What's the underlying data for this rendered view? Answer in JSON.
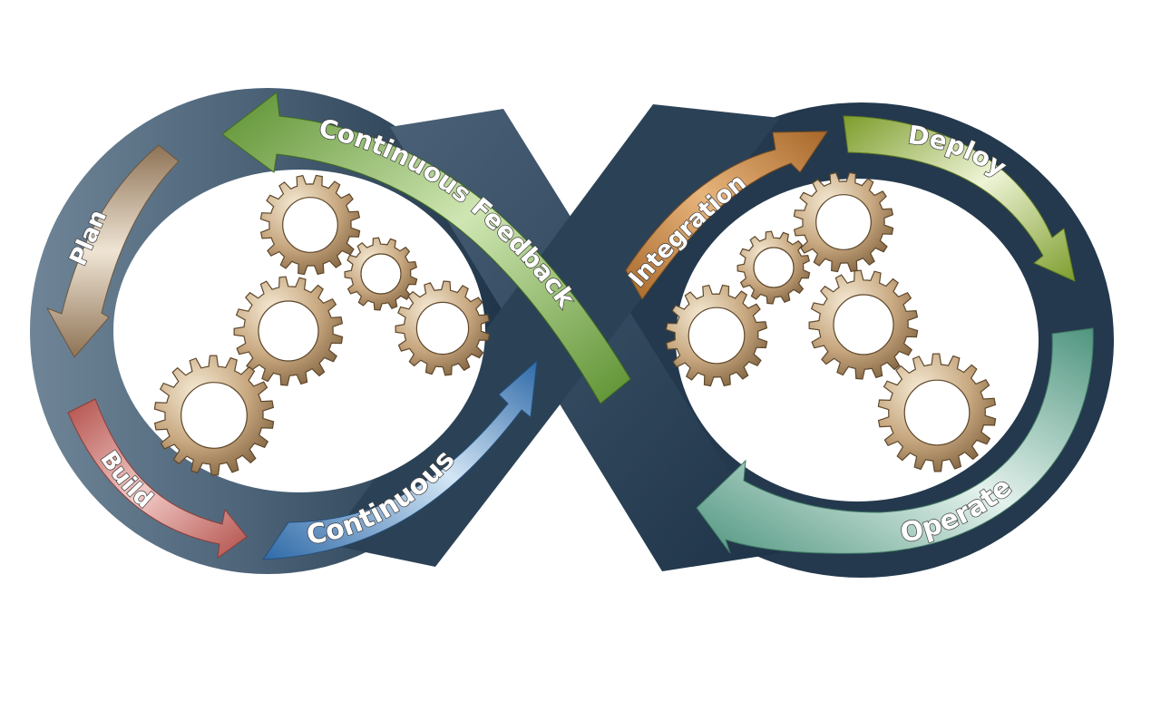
{
  "diagram": {
    "colors": {
      "band_dark": "#2c4055",
      "band_light": "#6f8597",
      "gear_light": "#f2e6cf",
      "gear_mid": "#c2a27a",
      "gear_dark": "#7a5e3c"
    },
    "stages": [
      {
        "id": "plan",
        "label": "Plan",
        "color": "#a58a67"
      },
      {
        "id": "build",
        "label": "Build",
        "color": "#c46c66"
      },
      {
        "id": "continuous",
        "label": "Continuous",
        "color": "#3f7fbe"
      },
      {
        "id": "integration",
        "label": "Integration",
        "color": "#b87a34"
      },
      {
        "id": "deploy",
        "label": "Deploy",
        "color": "#8fb03f"
      },
      {
        "id": "operate",
        "label": "Operate",
        "color": "#6aa895"
      },
      {
        "id": "continuous-feedback",
        "label": "Continuous Feedback",
        "color": "#6b9f3a"
      }
    ]
  }
}
